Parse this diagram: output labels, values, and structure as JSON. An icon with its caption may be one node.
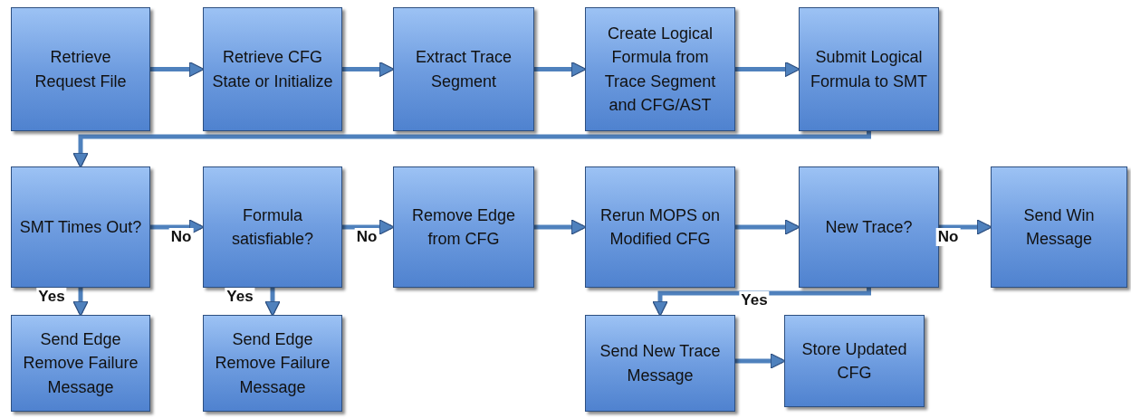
{
  "diagram": {
    "nodes": [
      {
        "text": [
          "Retrieve Request File"
        ]
      },
      {
        "text": [
          "Retrieve CFG State or Initialize"
        ]
      },
      {
        "text": [
          "Extract Trace Segment"
        ]
      },
      {
        "text": [
          "Create Logical Formula from Trace Segment and CFG/AST"
        ]
      },
      {
        "text": [
          "Submit Logical Formula to SMT"
        ]
      },
      {
        "text": [
          "SMT Times Out?"
        ]
      },
      {
        "text": [
          "Formula satisfiable?"
        ]
      },
      {
        "text": [
          "Remove Edge from CFG"
        ]
      },
      {
        "text": [
          "Rerun MOPS on Modified CFG"
        ]
      },
      {
        "text": [
          "New Trace?"
        ]
      },
      {
        "text": [
          "Send Win Message"
        ]
      },
      {
        "text": [
          "Send Edge Remove Failure Message"
        ]
      },
      {
        "text": [
          "Send Edge Remove Failure Message"
        ]
      },
      {
        "text": [
          "Send New Trace Message"
        ]
      },
      {
        "text": [
          "Store Updated CFG"
        ]
      }
    ],
    "edges": [
      {
        "from": 0,
        "to": 1,
        "arrow": "to"
      },
      {
        "from": 1,
        "to": 2,
        "arrow": "to"
      },
      {
        "from": 2,
        "to": 3,
        "arrow": "to"
      },
      {
        "from": 3,
        "to": 4,
        "arrow": "to"
      },
      {
        "from": 4,
        "to": 5,
        "arrow": "to"
      },
      {
        "from": 5,
        "to": 6,
        "arrow": "to",
        "label": "No"
      },
      {
        "from": 6,
        "to": 7,
        "arrow": "to",
        "label": "No"
      },
      {
        "from": 7,
        "to": 8,
        "arrow": "to"
      },
      {
        "from": 8,
        "to": 9,
        "arrow": "to"
      },
      {
        "from": 9,
        "to": 10,
        "arrow": "to",
        "label": "No"
      },
      {
        "from": 5,
        "to": 11,
        "arrow": "to",
        "label": "Yes"
      },
      {
        "from": 6,
        "to": 12,
        "arrow": "to",
        "label": "Yes"
      },
      {
        "from": 9,
        "to": 13,
        "arrow": "to",
        "label": "Yes"
      },
      {
        "from": 13,
        "to": 14,
        "arrow": "to"
      }
    ]
  }
}
